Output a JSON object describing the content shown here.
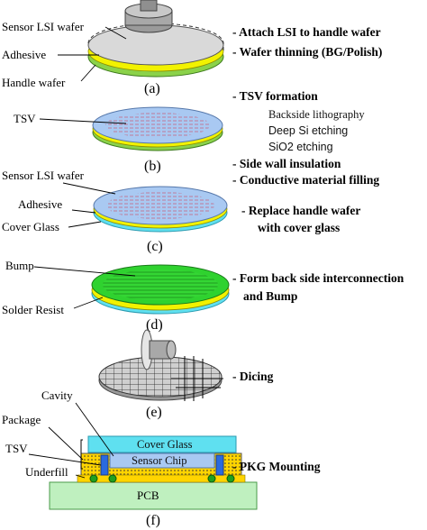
{
  "steps": {
    "a": {
      "caption": "(a)",
      "labels": [
        "Sensor LSI wafer",
        "Adhesive",
        "Handle wafer"
      ],
      "notes": [
        "- Attach LSI to handle wafer",
        "- Wafer thinning (BG/Polish)"
      ]
    },
    "b": {
      "caption": "(b)",
      "labels": [
        "TSV"
      ],
      "notes": [
        "- TSV formation",
        "- Side wall insulation",
        "- Conductive material filling"
      ],
      "subnotes": [
        "Backside lithography",
        "Deep Si etching",
        "SiO2 etching"
      ]
    },
    "c": {
      "caption": "(c)",
      "labels": [
        "Sensor LSI wafer",
        "Adhesive",
        "Cover Glass"
      ],
      "notes": [
        "- Replace handle wafer",
        "with cover glass"
      ]
    },
    "d": {
      "caption": "(d)",
      "labels": [
        "Bump",
        "Solder Resist"
      ],
      "notes": [
        "- Form back side interconnection",
        "and Bump"
      ]
    },
    "e": {
      "caption": "(e)",
      "notes": [
        "- Dicing"
      ]
    },
    "f": {
      "caption": "(f)",
      "labels": [
        "Cavity",
        "Package",
        "TSV",
        "Underfill",
        "Cover Glass",
        "Sensor Chip",
        "PCB"
      ],
      "notes": [
        "- PKG Mounting"
      ]
    }
  },
  "colors": {
    "wafer_gray": "#d9d9d9",
    "adhesive_yellow": "#f2f200",
    "handle_green": "#8bd24a",
    "wafer_blue": "#a9c9f2",
    "cover_cyan": "#5fe0f0",
    "bump_green": "#2fd22f",
    "pcb_green": "#bff0bf",
    "underfill_yellow": "#ffd400"
  }
}
